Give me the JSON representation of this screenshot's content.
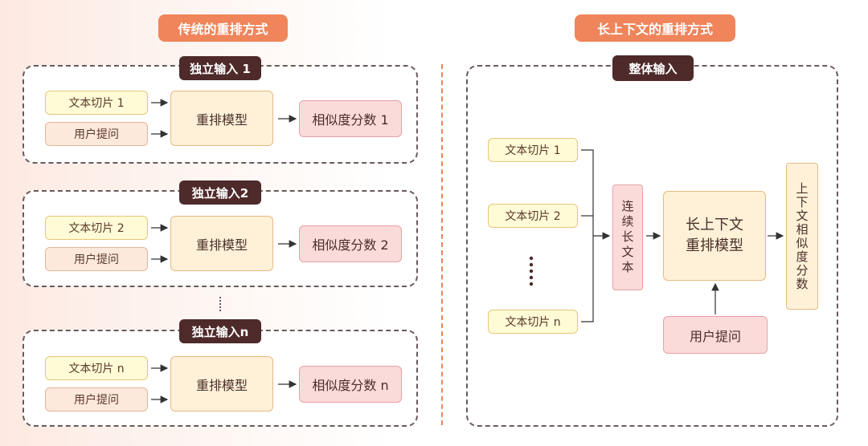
{
  "left": {
    "header": "传统的重排方式",
    "groups": [
      {
        "tag": "独立输入 1",
        "chunk": "文本切片 1",
        "query": "用户提问",
        "model": "重排模型",
        "score": "相似度分数 1"
      },
      {
        "tag": "独立输入2",
        "chunk": "文本切片 2",
        "query": "用户提问",
        "model": "重排模型",
        "score": "相似度分数 2"
      },
      {
        "tag": "独立输入n",
        "chunk": "文本切片 n",
        "query": "用户提问",
        "model": "重排模型",
        "score": "相似度分数 n"
      }
    ]
  },
  "right": {
    "header": "长上下文的重排方式",
    "tag": "整体输入",
    "chunks": [
      "文本切片 1",
      "文本切片 2",
      "文本切片 n"
    ],
    "concat": "连续长文本",
    "model": "长上下文\n重排模型",
    "query": "用户提问",
    "score": "上下文相似度分数"
  }
}
